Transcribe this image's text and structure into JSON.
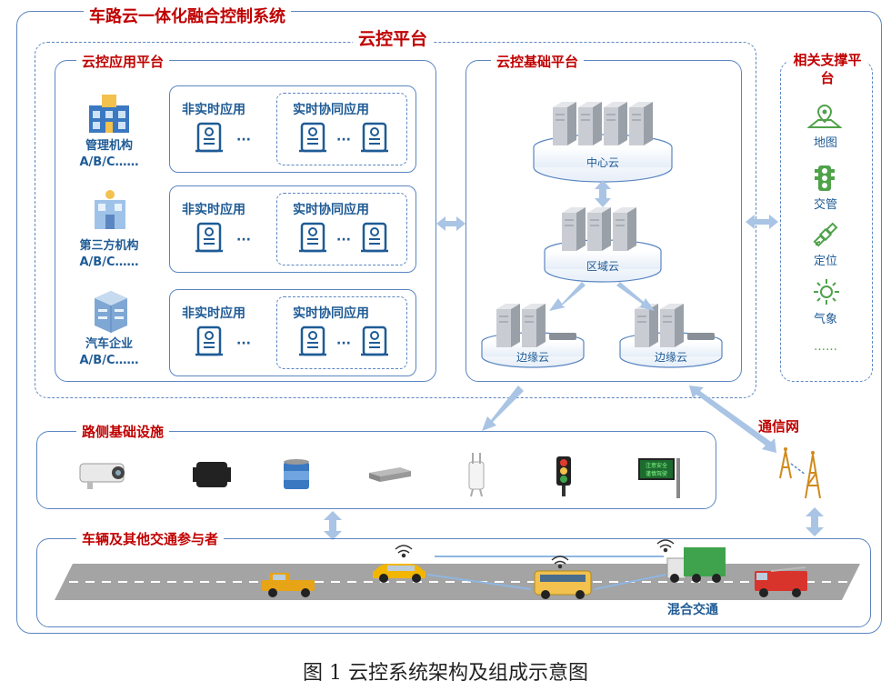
{
  "system_title": "车路云一体化融合控制系统",
  "cloud_platform": "云控平台",
  "app_platform": {
    "title": "云控应用平台",
    "rows": [
      {
        "org": "管理机构",
        "org_sub": "A/B/C……",
        "non_realtime": "非实时应用",
        "realtime": "实时协同应用"
      },
      {
        "org": "第三方机构",
        "org_sub": "A/B/C……",
        "non_realtime": "非实时应用",
        "realtime": "实时协同应用"
      },
      {
        "org": "汽车企业",
        "org_sub": "A/B/C……",
        "non_realtime": "非实时应用",
        "realtime": "实时协同应用"
      }
    ],
    "ellipsis": "···"
  },
  "base_platform": {
    "title": "云控基础平台",
    "center": "中心云",
    "region": "区域云",
    "edge_left": "边缘云",
    "edge_right": "边缘云"
  },
  "support_platform": {
    "title": "相关支撑平台",
    "items": [
      {
        "label": "地图",
        "icon": "map-icon"
      },
      {
        "label": "交管",
        "icon": "traffic-light-icon"
      },
      {
        "label": "定位",
        "icon": "satellite-icon"
      },
      {
        "label": "气象",
        "icon": "sun-icon"
      }
    ],
    "more": "……"
  },
  "comm_network": "通信网",
  "roadside": {
    "title": "路侧基础设施",
    "devices": [
      "camera-icon",
      "radar-icon",
      "lidar-icon",
      "edge-box-icon",
      "rsu-antenna-icon",
      "traffic-signal-icon",
      "message-sign-icon"
    ],
    "sign_text": "注意安全 谨慎驾驶"
  },
  "vehicles": {
    "title": "车辆及其他交通参与者",
    "mixed_traffic": "混合交通"
  },
  "caption": "图 1  云控系统架构及组成示意图",
  "colors": {
    "frame": "#5b86c1",
    "title": "#c00000",
    "label": "#1f5b95",
    "arrow": "#a9c4e4"
  }
}
